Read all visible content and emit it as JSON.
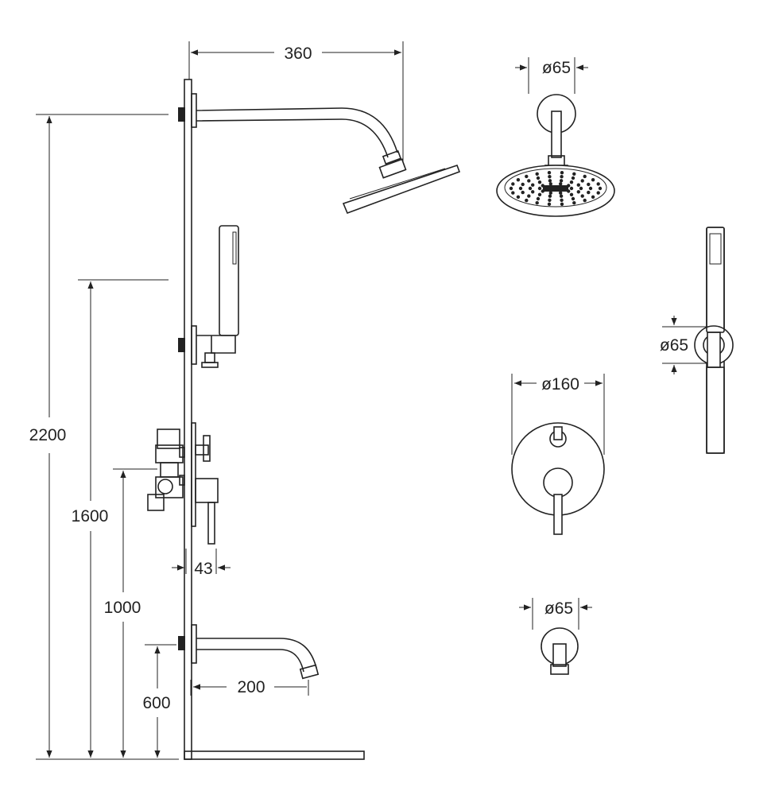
{
  "dimensions": {
    "arm_reach": "360",
    "head_diameter": "ø65",
    "height_head": "2200",
    "height_hand": "1600",
    "height_valve": "1000",
    "height_spout": "600",
    "handshower_bracket_diameter": "ø65",
    "valve_plate_diameter": "ø160",
    "valve_depth": "43",
    "spout_reach": "200",
    "spout_diameter": "ø65"
  }
}
